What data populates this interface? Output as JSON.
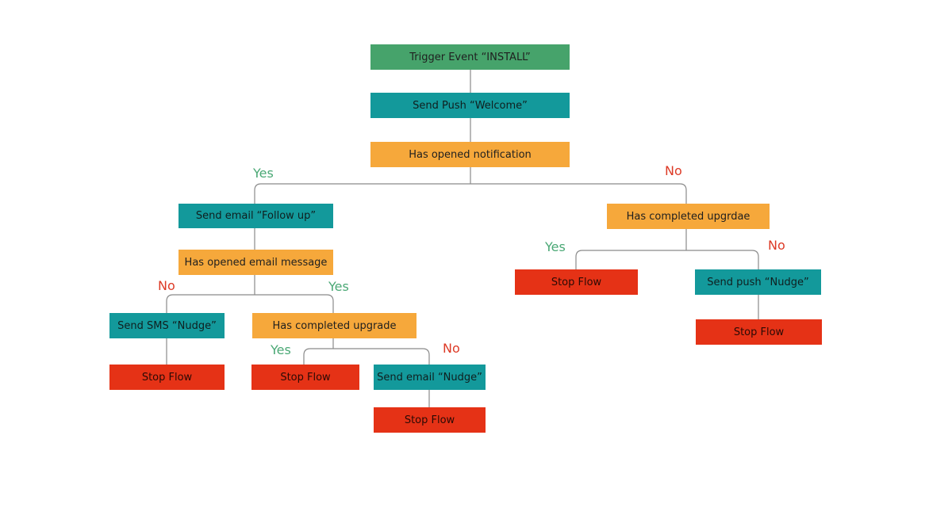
{
  "colors": {
    "trigger": "#46a36b",
    "action": "#13999b",
    "decision": "#f6a83b",
    "stop": "#e53216",
    "yes_label": "#4aa875",
    "no_label": "#dd3a26",
    "connector": "#8a8a8a"
  },
  "nodes": {
    "trigger_install": "Trigger Event  “INSTALL”",
    "send_push_welcome": "Send Push “Welcome”",
    "has_opened_notification": "Has opened notification",
    "send_email_follow_up": "Send email “Follow up”",
    "has_opened_email_message": "Has opened email message",
    "send_sms_nudge": "Send SMS “Nudge”",
    "stop_flow_sms": "Stop Flow",
    "has_completed_upgrade_left": "Has completed upgrade",
    "stop_flow_upgrade_yes": "Stop Flow",
    "send_email_nudge": "Send email “Nudge”",
    "stop_flow_email_nudge": "Stop Flow",
    "has_completed_upgrade_right": "Has completed upgrdae",
    "stop_flow_right_yes": "Stop Flow",
    "send_push_nudge": "Send push “Nudge”",
    "stop_flow_push_nudge": "Stop Flow"
  },
  "branch_labels": {
    "notification_yes": "Yes",
    "notification_no": "No",
    "email_opened_no": "No",
    "email_opened_yes": "Yes",
    "upgrade_left_yes": "Yes",
    "upgrade_left_no": "No",
    "upgrade_right_yes": "Yes",
    "upgrade_right_no": "No"
  }
}
